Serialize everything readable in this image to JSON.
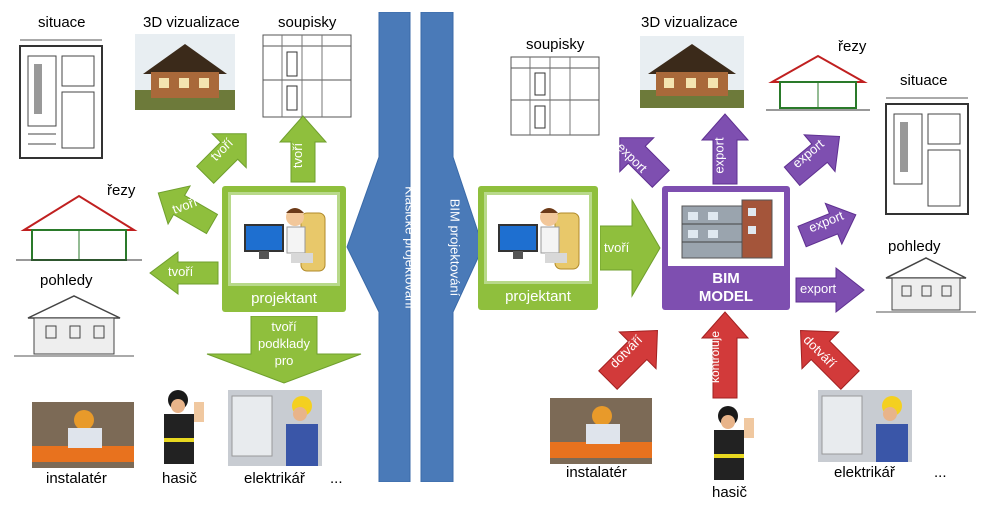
{
  "left": {
    "labels": {
      "situace": "situace",
      "vizualizace": "3D vizualizace",
      "soupisky": "soupisky",
      "rezy": "řezy",
      "pohledy": "pohledy"
    },
    "projektant": "projektant",
    "arrows": {
      "tvori1": "tvoří",
      "tvori2": "tvoří",
      "tvori3": "tvoří",
      "tvori4": "tvoří",
      "podklady": [
        "tvoří",
        "podklady",
        "pro"
      ]
    },
    "people": {
      "instalater": "instalatér",
      "hasic": "hasič",
      "elektrikar": "elektrikář",
      "more": "..."
    }
  },
  "center": {
    "klasicke": "Klasické projektování",
    "bim": "BIM projektování"
  },
  "right": {
    "labels": {
      "soupisky": "soupisky",
      "vizualizace": "3D vizualizace",
      "rezy": "řezy",
      "situace": "situace",
      "pohledy": "pohledy"
    },
    "projektant": "projektant",
    "tvori": "tvoří",
    "bim_model": [
      "BIM",
      "MODEL"
    ],
    "exports": [
      "export",
      "export",
      "export",
      "export",
      "export"
    ],
    "inputs": {
      "dotvari1": "dotváří",
      "kontroluje": "kontroluje",
      "dotvari2": "dotváří"
    },
    "people": {
      "instalater": "instalatér",
      "hasic": "hasič",
      "elektrikar": "elektrikář",
      "more": "..."
    }
  },
  "colors": {
    "green": "#8fbf3d",
    "purple": "#7e4fb0",
    "red": "#d23a3a",
    "blue": "#4a7ab8"
  }
}
